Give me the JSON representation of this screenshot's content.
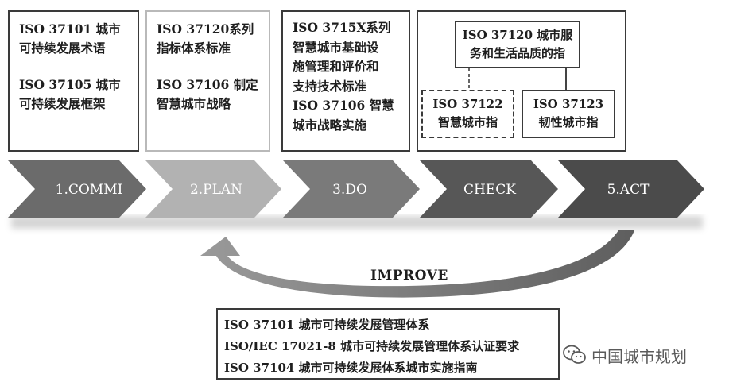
{
  "boxes": {
    "commit": {
      "lines": [
        "ISO 37101 城市",
        "可持续发展术语",
        "ISO 37105 城市",
        "可持续发展框架"
      ]
    },
    "plan": {
      "lines": [
        "ISO 37120系列",
        "指标体系标准",
        "ISO 37106 制定",
        "智慧城市战略"
      ]
    },
    "do": {
      "lines": [
        "ISO 3715X系列",
        "智慧城市基础设",
        "施管理和评价和",
        "支持技术标准",
        "ISO 37106 智慧",
        "城市战略实施"
      ]
    },
    "check": {
      "top": {
        "lines": [
          "ISO 37120 城市服",
          "务和生活品质的指"
        ]
      },
      "left": {
        "lines": [
          "ISO 37122",
          "智慧城市指"
        ]
      },
      "right": {
        "lines": [
          "ISO 37123",
          "韧性城市指"
        ]
      }
    }
  },
  "stages": [
    {
      "label": "1.COMMI",
      "color": "#6b6b6b"
    },
    {
      "label": "2.PLAN",
      "color": "#b2b2b2"
    },
    {
      "label": "3.DO",
      "color": "#7a7a7a"
    },
    {
      "label": "CHECK",
      "color": "#575757"
    },
    {
      "label": "5.ACT",
      "color": "#4b4b4b"
    }
  ],
  "improve_label": "IMPROVE",
  "bottom_box": {
    "lines": [
      "ISO 37101 城市可持续发展管理体系",
      "ISO/IEC 17021-8 城市可持续发展管理体系认证要求",
      "ISO 37104 城市可持续发展体系城市实施指南"
    ]
  },
  "watermark": {
    "text": "中国城市规划",
    "icon": "wechat-icon"
  }
}
